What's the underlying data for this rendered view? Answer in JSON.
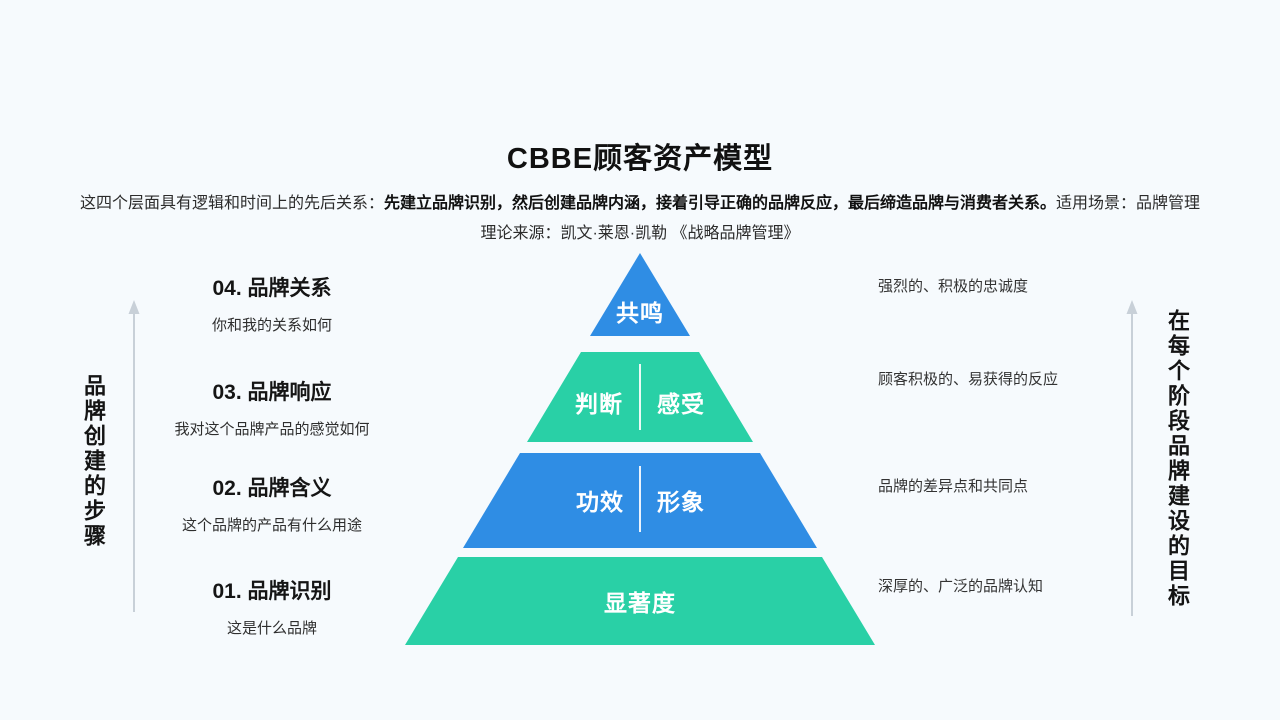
{
  "colors": {
    "background": "#f6fafd",
    "blue": "#2f8de4",
    "green": "#29d0a6",
    "divider_white": "#ffffff",
    "arrow_gray": "#c8d0d8"
  },
  "header": {
    "title": "CBBE顾客资产模型",
    "intro_regular": "这四个层面具有逻辑和时间上的先后关系：",
    "intro_bold": "先建立品牌识别，然后创建品牌内涵，接着引导正确的品牌反应，最后缔造品牌与消费者关系。",
    "intro_suffix": "适用场景：品牌管理",
    "source": "理论来源：凯文·莱恩·凯勒 《战略品牌管理》"
  },
  "left_axis": {
    "label": "品牌创建的步骤"
  },
  "right_axis": {
    "label": "在每个阶段品牌建设的目标"
  },
  "steps": [
    {
      "title": "04. 品牌关系",
      "desc": "你和我的关系如何"
    },
    {
      "title": "03. 品牌响应",
      "desc": "我对这个品牌产品的感觉如何"
    },
    {
      "title": "02. 品牌含义",
      "desc": "这个品牌的产品有什么用途"
    },
    {
      "title": "01. 品牌识别",
      "desc": "这是什么品牌"
    }
  ],
  "goals": [
    "强烈的、积极的忠诚度",
    "顾客积极的、易获得的反应",
    "品牌的差异点和共同点",
    "深厚的、广泛的品牌认知"
  ],
  "pyramid": {
    "levels": [
      {
        "name": "brand-resonance",
        "labels": [
          "共鸣"
        ],
        "color": "#2f8de4"
      },
      {
        "name": "brand-response",
        "labels": [
          "判断",
          "感受"
        ],
        "color": "#29d0a6"
      },
      {
        "name": "brand-meaning",
        "labels": [
          "功效",
          "形象"
        ],
        "color": "#2f8de4"
      },
      {
        "name": "brand-identity",
        "labels": [
          "显著度"
        ],
        "color": "#29d0a6"
      }
    ]
  }
}
